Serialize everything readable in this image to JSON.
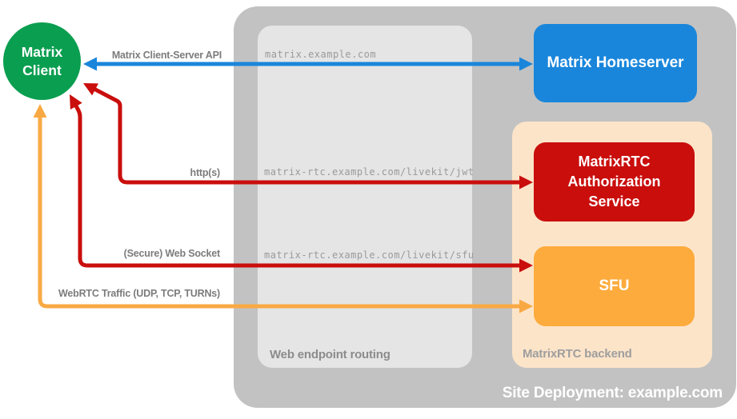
{
  "canvas": {
    "background": "#ffffff"
  },
  "client": {
    "label": "Matrix\nClient",
    "color": "#0a9e50",
    "text_color": "#ffffff"
  },
  "deployment": {
    "title": "Site Deployment: example.com",
    "title_color": "#ffffff",
    "container_color": "#c2c2c2",
    "routing": {
      "title": "Web endpoint routing",
      "title_color": "#8c8c8c",
      "color": "#e5e5e5",
      "endpoint_color": "#9a9a9a",
      "endpoints": [
        "matrix.example.com",
        "matrix-rtc.example.com/livekit/jwt",
        "matrix-rtc.example.com/livekit/sfu"
      ]
    },
    "backend": {
      "title": "MatrixRTC backend",
      "title_color": "#9e9e9e",
      "color": "#fce4c9",
      "homeserver": {
        "label": "Matrix Homeserver",
        "color": "#1986db"
      },
      "auth": {
        "label": "MatrixRTC\nAuthorization\nService",
        "color": "#c90e0c"
      },
      "sfu": {
        "label": "SFU",
        "color": "#fdab3d"
      }
    }
  },
  "connections": [
    {
      "id": "matrix-client-server-api",
      "label": "Matrix Client-Server API",
      "color": "#1986db",
      "from": "Matrix Client",
      "to": "Matrix Homeserver",
      "bidirectional": true
    },
    {
      "id": "https",
      "label": "http(s)",
      "color": "#c90e0c",
      "from": "Matrix Client",
      "to": "MatrixRTC Authorization Service",
      "bidirectional": true
    },
    {
      "id": "secure-web-socket",
      "label": "(Secure) Web Socket",
      "color": "#c90e0c",
      "from": "Matrix Client",
      "to": "SFU",
      "bidirectional": true
    },
    {
      "id": "webrtc-traffic",
      "label": "WebRTC Traffic (UDP, TCP, TURNs)",
      "color": "#f9a943",
      "from": "Matrix Client",
      "to": "SFU",
      "bidirectional": true
    }
  ]
}
